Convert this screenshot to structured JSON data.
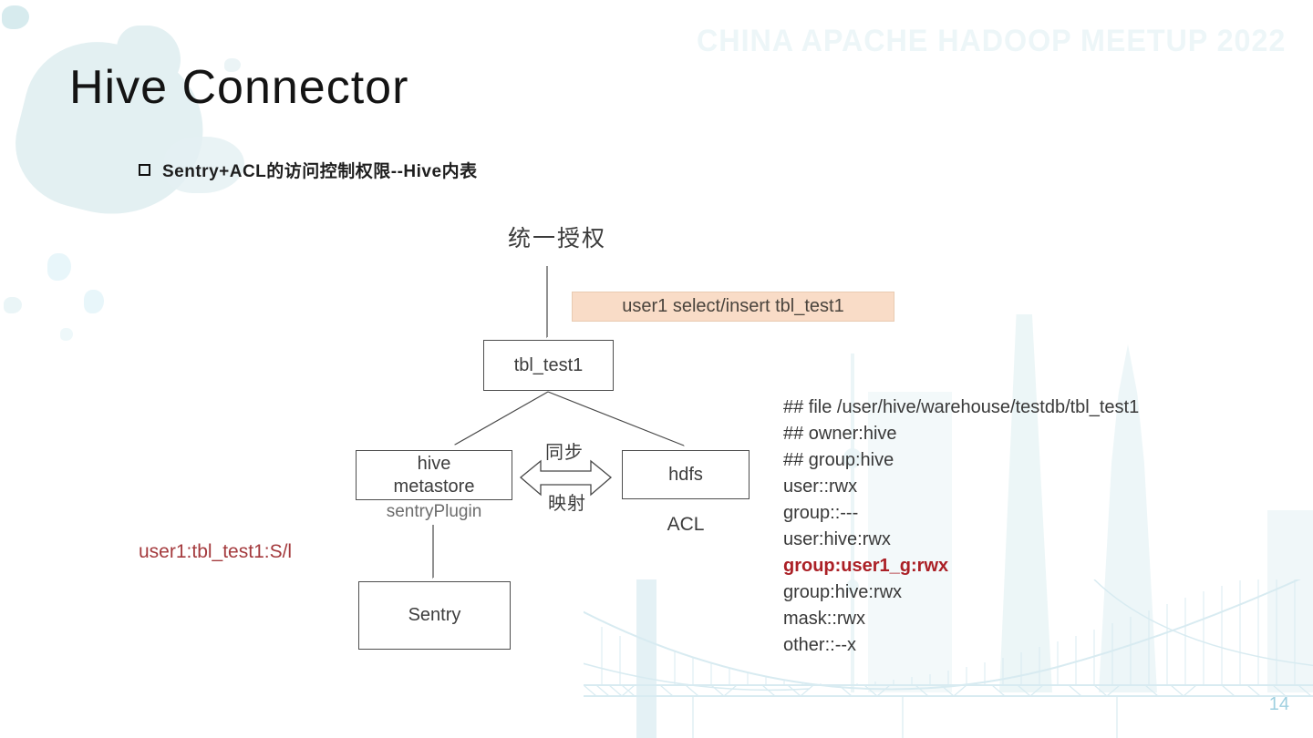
{
  "slide": {
    "watermark": "CHINA APACHE HADOOP MEETUP 2022",
    "title": "Hive Connector",
    "bullet": "Sentry+ACL的访问控制权限--Hive内表",
    "page_number": "14"
  },
  "diagram": {
    "top_label": "统一授权",
    "grant_box": "user1 select/insert tbl_test1",
    "table_box": "tbl_test1",
    "metastore_box_line1": "hive",
    "metastore_box_line2": "metastore",
    "metastore_plugin_label": "sentryPlugin",
    "hdfs_box": "hdfs",
    "hdfs_sub_label": "ACL",
    "sync_label": "同步",
    "map_label": "映射",
    "sentry_box": "Sentry",
    "sentry_rule": "user1:tbl_test1:S/l"
  },
  "acl_block": {
    "lines": [
      "## file /user/hive/warehouse/testdb/tbl_test1",
      "## owner:hive",
      "## group:hive",
      "user::rwx",
      "group::---",
      "user:hive:rwx",
      "group:user1_g:rwx",
      "group:hive:rwx",
      "mask::rwx",
      "other::--x"
    ],
    "highlight_line": "group:user1_g:rwx",
    "highlight_index": 6
  },
  "colors": {
    "highlight_text_red": "#ab2026",
    "rule_text_red": "#a43a3d",
    "grant_box_bg": "#f9dcc7",
    "watermark_text": "#edf6f8",
    "page_number_blue": "#9fd0e0",
    "splash_blue": "#e3f0f2",
    "box_border": "#4d4d4d"
  }
}
